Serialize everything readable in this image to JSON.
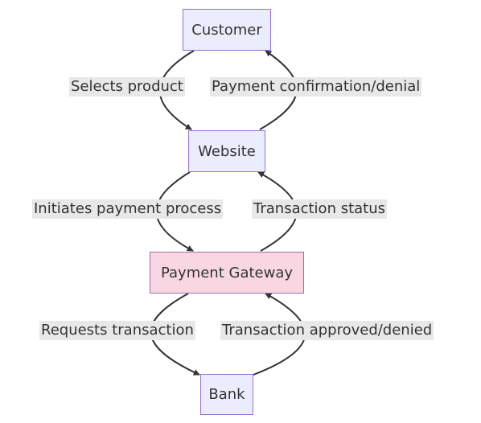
{
  "nodes": {
    "customer": "Customer",
    "website": "Website",
    "payment_gateway": "Payment Gateway",
    "bank": "Bank"
  },
  "edges": {
    "selects_product": "Selects product",
    "payment_confirmation": "Payment confirmation/denial",
    "initiates_payment": "Initiates payment process",
    "transaction_status": "Transaction status",
    "requests_transaction": "Requests transaction",
    "transaction_approved": "Transaction approved/denied"
  },
  "colors": {
    "node_fill": "#ececff",
    "node_border": "#9370db",
    "highlight_fill": "#f8d7e3",
    "highlight_border": "#a76aa0",
    "edge_stroke": "#333333",
    "label_bg": "#e8e8e8"
  }
}
